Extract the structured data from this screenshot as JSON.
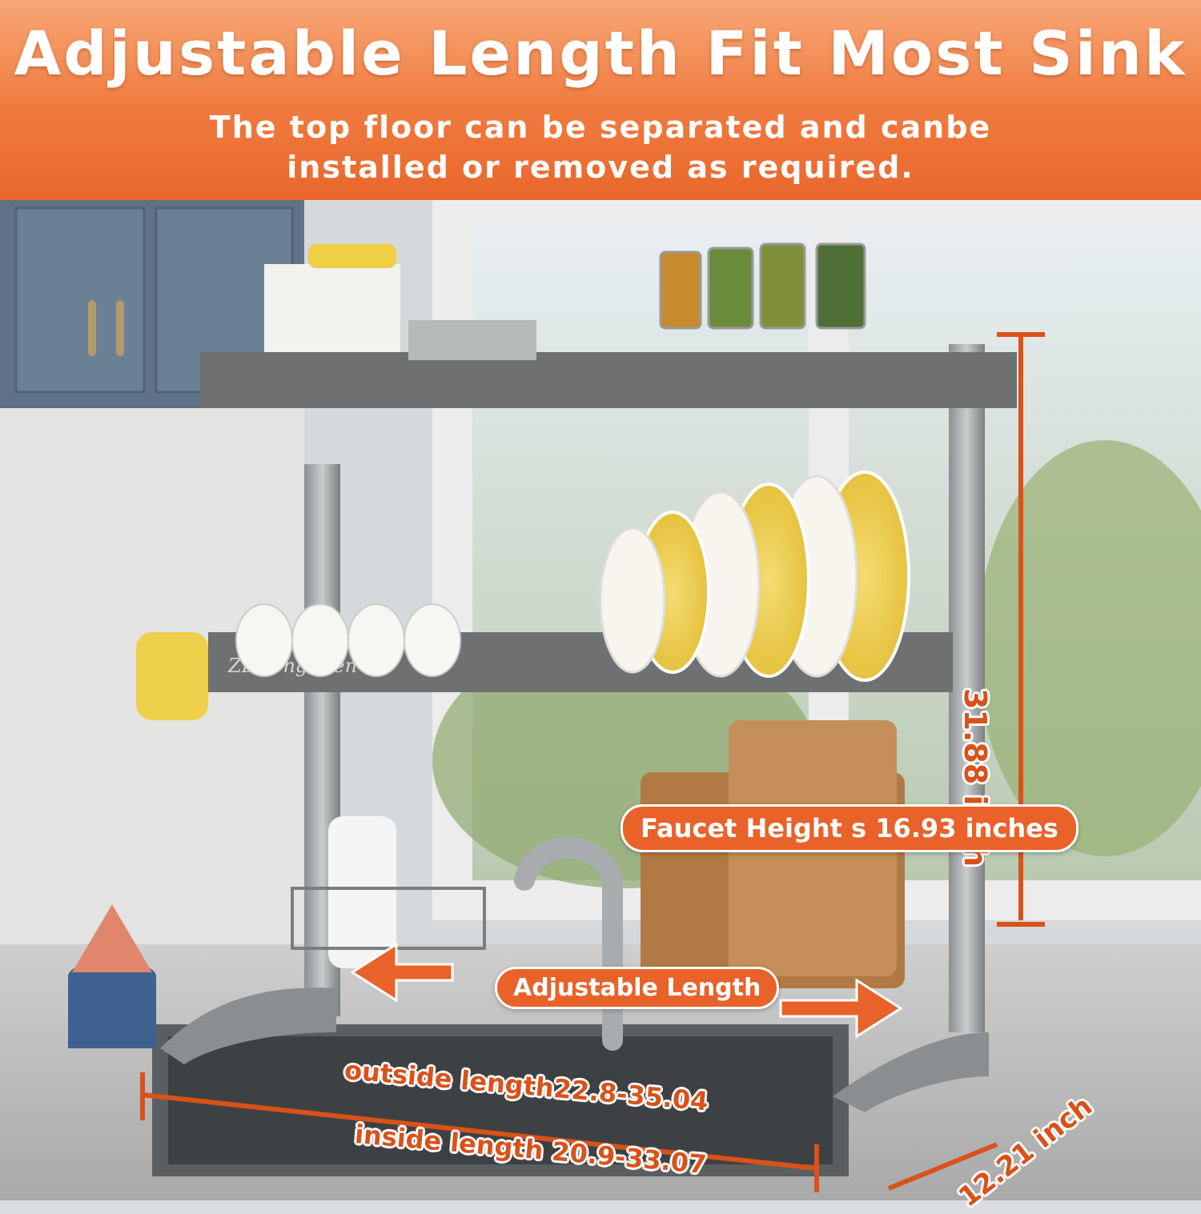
{
  "banner": {
    "headline": "Adjustable Length Fit Most Sink",
    "subhead_line1": "The top floor can be separated and canbe",
    "subhead_line2": "installed or removed as required."
  },
  "brand": "ZDRongZhen",
  "callouts": {
    "height": "31.88 inch",
    "faucet": "Faucet Height s 16.93 inches",
    "adjustable": "Adjustable Length",
    "outside": "outside length22.8-35.04",
    "inside": "inside length 20.9-33.07",
    "depth": "12.21 inch"
  },
  "colors": {
    "accent": "#e8622a",
    "banner_top": "#f7a777",
    "banner_bottom": "#e9672c",
    "rack": "#6e7072"
  }
}
